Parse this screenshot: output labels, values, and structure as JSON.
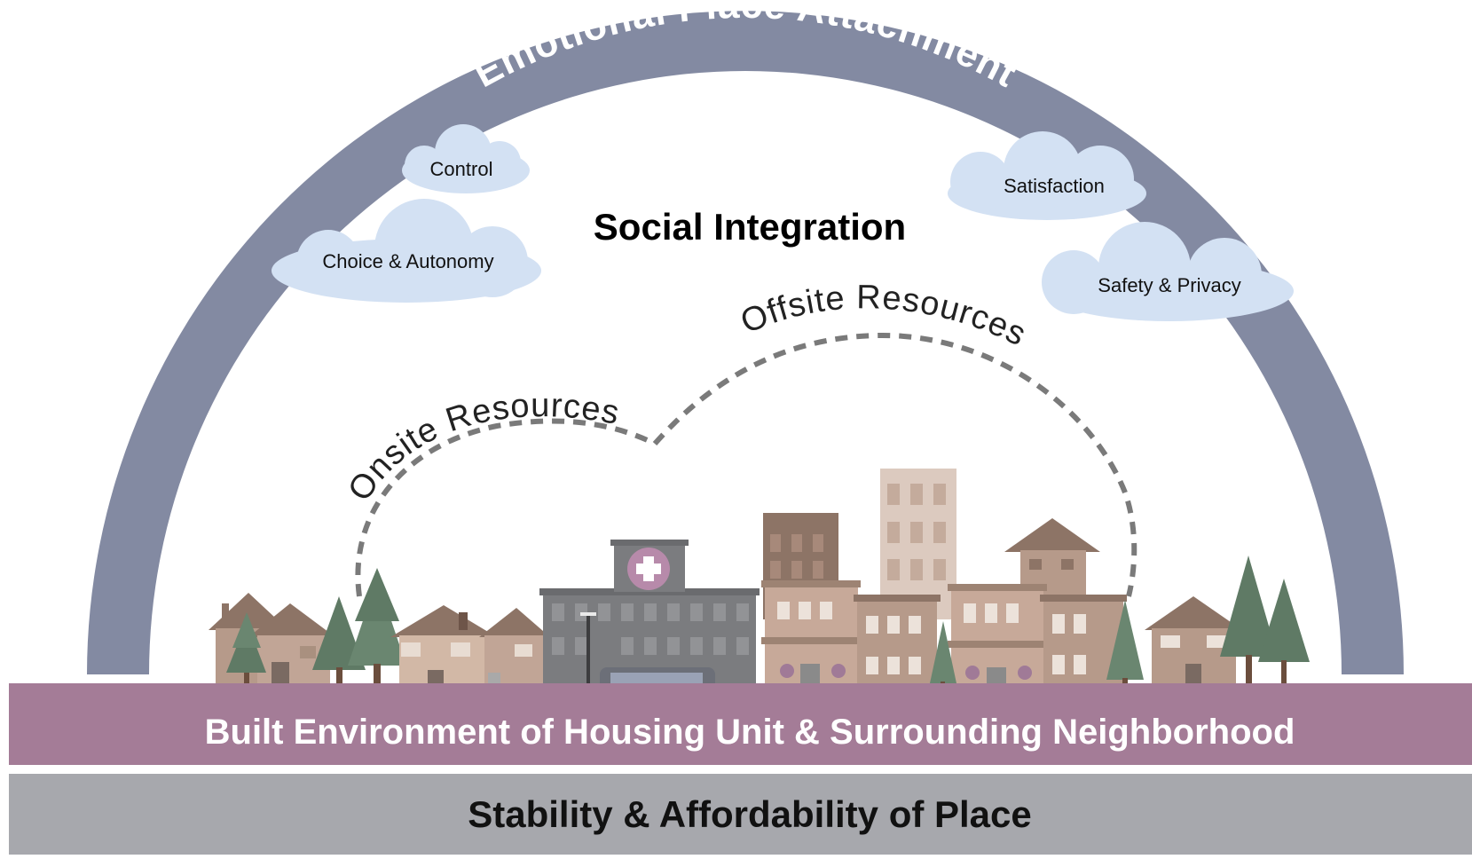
{
  "arch": {
    "title": "Emotional Place Attachment"
  },
  "center": {
    "title": "Social Integration"
  },
  "clouds": [
    {
      "key": "control",
      "label": "Control"
    },
    {
      "key": "choice",
      "label": "Choice & Autonomy"
    },
    {
      "key": "satisfaction",
      "label": "Satisfaction"
    },
    {
      "key": "safety",
      "label": "Safety & Privacy"
    }
  ],
  "resources": {
    "onsite": "Onsite Resources",
    "offsite": "Offsite Resources"
  },
  "bands": {
    "built": "Built Environment of Housing Unit & Surrounding Neighborhood",
    "stability": "Stability & Affordability of Place"
  },
  "colors": {
    "arch": "#838aa2",
    "cloud": "#d3e1f3",
    "built_band": "#a47c97",
    "stability_band": "#a7a8ad",
    "house": "#b69a8a",
    "house_dark": "#8d7466",
    "tree": "#5f7a65",
    "hospital": "#7b7c7f",
    "cross_circle": "#b78aaa"
  }
}
